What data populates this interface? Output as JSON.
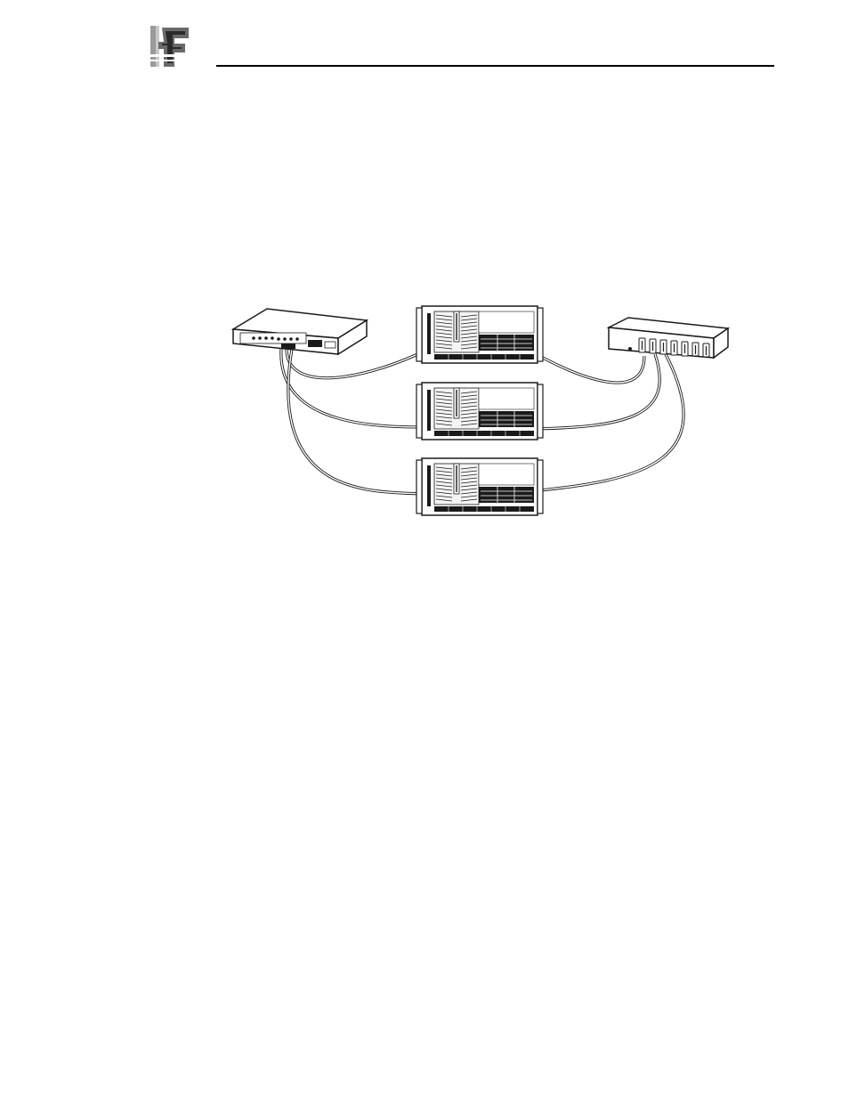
{
  "header": {
    "logo_icon": "brand-logo-icon"
  },
  "figure": {
    "devices": [
      {
        "id": "ethernet-switch",
        "icon": "network-switch-icon",
        "label": ""
      },
      {
        "id": "server-1",
        "icon": "rack-server-icon",
        "label": ""
      },
      {
        "id": "server-2",
        "icon": "rack-server-icon",
        "label": ""
      },
      {
        "id": "server-3",
        "icon": "rack-server-icon",
        "label": ""
      },
      {
        "id": "fibre-hub",
        "icon": "hub-icon",
        "label": ""
      }
    ],
    "connections": [
      [
        "ethernet-switch",
        "server-1"
      ],
      [
        "ethernet-switch",
        "server-2"
      ],
      [
        "ethernet-switch",
        "server-3"
      ],
      [
        "server-1",
        "fibre-hub"
      ],
      [
        "server-2",
        "fibre-hub"
      ],
      [
        "server-3",
        "fibre-hub"
      ]
    ]
  }
}
